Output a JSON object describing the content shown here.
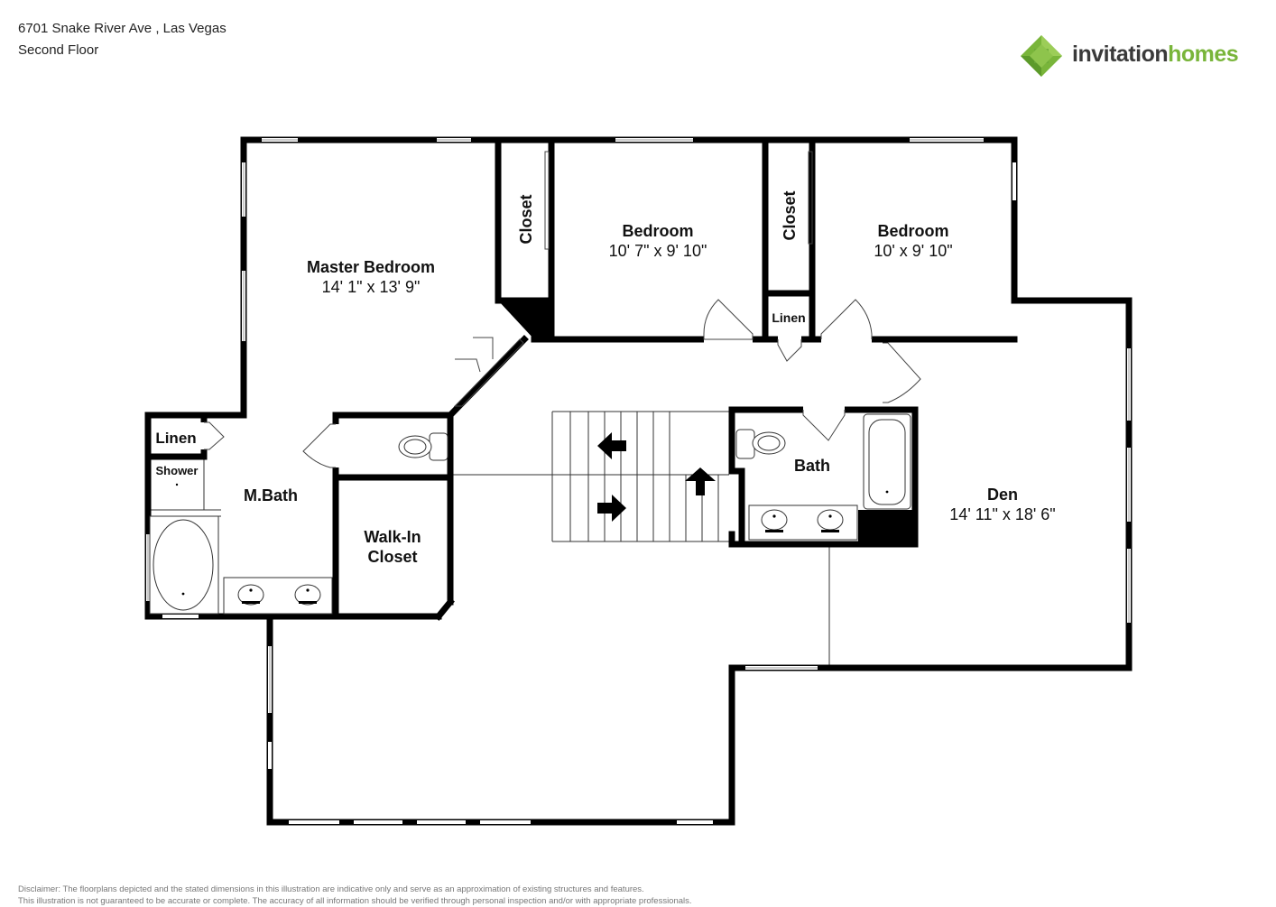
{
  "header": {
    "address": "6701 Snake River Ave , Las Vegas",
    "floor": "Second Floor"
  },
  "logo": {
    "word1": "invitation",
    "word2": "homes",
    "colors": {
      "primary": "#79b53a",
      "dark": "#3a3a3a"
    }
  },
  "rooms": {
    "master_bedroom": {
      "name": "Master Bedroom",
      "size": "14' 1\" x 13' 9\""
    },
    "bedroom_1": {
      "name": "Bedroom",
      "size": "10' 7\" x 9' 10\""
    },
    "bedroom_2": {
      "name": "Bedroom",
      "size": "10' x 9' 10\""
    },
    "den": {
      "name": "Den",
      "size": "14' 11\" x 18' 6\""
    },
    "closet_1": "Closet",
    "closet_2": "Closet",
    "linen_upper": "Linen",
    "linen_left": "Linen",
    "shower": "Shower",
    "mbath": "M.Bath",
    "walkin_line1": "Walk-In",
    "walkin_line2": "Closet",
    "bath": "Bath"
  },
  "disclaimer": [
    "Disclaimer: The floorplans depicted and the stated dimensions in this illustration are indicative only and serve as an approximation of existing structures and features.",
    "This illustration is not guaranteed to be accurate or complete. The accuracy of all information should be verified through personal inspection and/or with appropriate professionals."
  ]
}
